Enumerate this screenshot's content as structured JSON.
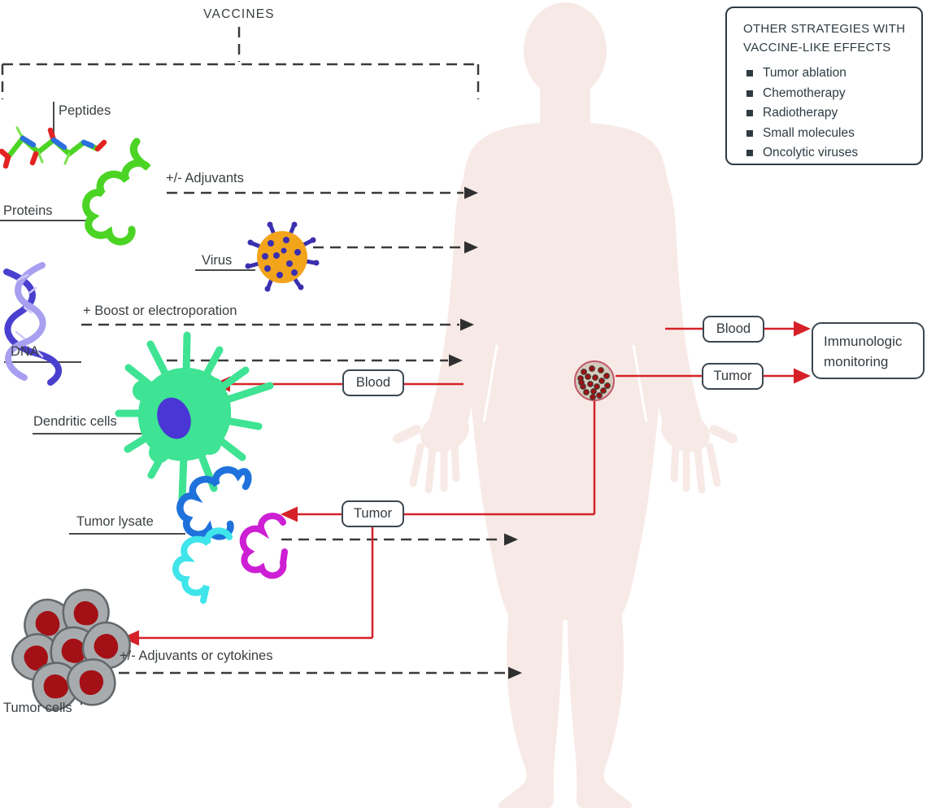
{
  "diagram": {
    "title": "VACCINES",
    "description_labels": {
      "peptides": "Peptides",
      "proteins": "Proteins",
      "virus": "Virus",
      "dna": "DNA",
      "dendritic_cells": "Dendritic cells",
      "tumor_lysate": "Tumor lysate",
      "tumor_cells": "Tumor cells"
    },
    "annotations": {
      "adjuvants": "+/- Adjuvants",
      "boost": "+ Boost or electroporation",
      "adjuvants_cytokines": "+/- Adjuvants or cytokines"
    },
    "sample_boxes": {
      "blood_left": "Blood",
      "tumor_left": "Tumor",
      "blood_right": "Blood",
      "tumor_right": "Tumor"
    },
    "monitoring_box": {
      "label": "Immunologic monitoring"
    },
    "strategies_box": {
      "title": "OTHER STRATEGIES WITH VACCINE-LIKE EFFECTS",
      "items": [
        "Tumor ablation",
        "Chemotherapy",
        "Radiotherapy",
        "Small molecules",
        "Oncolytic viruses"
      ]
    },
    "colors": {
      "accent_red": "#d62128",
      "box_border": "#3c4650",
      "text": "#3a3f42",
      "dashed_line": "#3b3b3b",
      "body_silhouette": "#f7eae6",
      "protein_green": "#4bd424",
      "virus_orange": "#f2a41b",
      "virus_spots": "#3a2fb0",
      "dna_blue": "#4a40cf",
      "dna_light": "#a89ff0",
      "dendritic_green": "#3ee393",
      "nucleus_purple": "#4936d4",
      "lysate_blue": "#1f72dc",
      "lysate_cyan": "#3fe5ea",
      "lysate_magenta": "#cd1fd4",
      "tumor_cell_gray": "#a7abae",
      "tumor_nucleus_red": "#a31015"
    }
  }
}
